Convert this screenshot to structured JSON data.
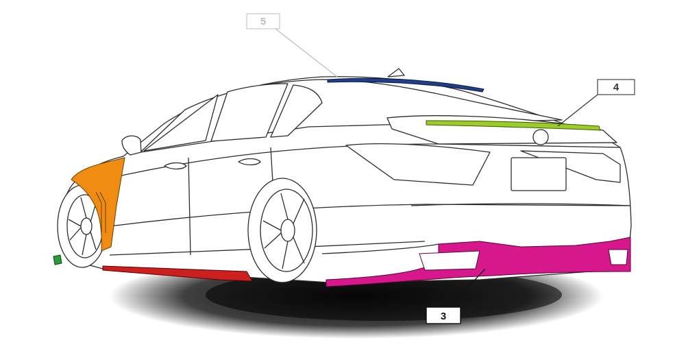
{
  "callouts": [
    {
      "id": "3",
      "label": "3",
      "part": "rear-diffuser-skirt",
      "part_color": "#d6188c",
      "box_fill": "#ffffff",
      "text_color": "#111111"
    },
    {
      "id": "4",
      "label": "4",
      "part": "trunk-spoiler",
      "part_color": "#9ccc2a",
      "box_fill": "#ffffff",
      "text_color": "#333333"
    },
    {
      "id": "5",
      "label": "5",
      "part": "roof-spoiler",
      "part_color": "#1f3f8a",
      "box_fill": "#ffffff",
      "text_color": "#bdbdbd"
    }
  ],
  "unlabeled_parts": [
    {
      "part": "front-fender",
      "color": "#f08c12"
    },
    {
      "part": "side-skirt",
      "color": "#cc1f1f"
    },
    {
      "part": "front-lip-corner",
      "color": "#2a9a3a"
    }
  ]
}
